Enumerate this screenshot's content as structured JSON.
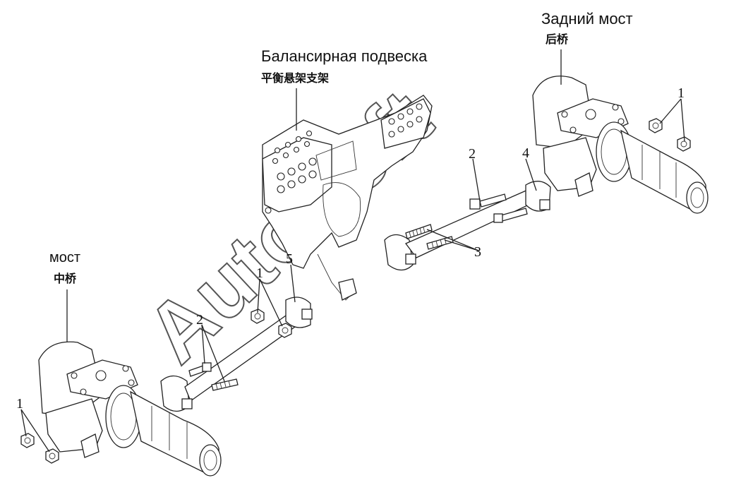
{
  "labels": {
    "rear_axle_ru": "Задний мост",
    "rear_axle_cn": "后桥",
    "balancer_ru": "Балансирная подвеска",
    "balancer_cn": "平衡悬架支架",
    "mid_axle_ru": "мост",
    "mid_axle_cn": "中桥"
  },
  "callouts": {
    "c1_rear": "1",
    "c2_rear": "2",
    "c4": "4",
    "c3": "3",
    "c5": "5",
    "c1_center": "1",
    "c2_front": "2",
    "c1_front": "1"
  },
  "watermark": "AutoSoft"
}
